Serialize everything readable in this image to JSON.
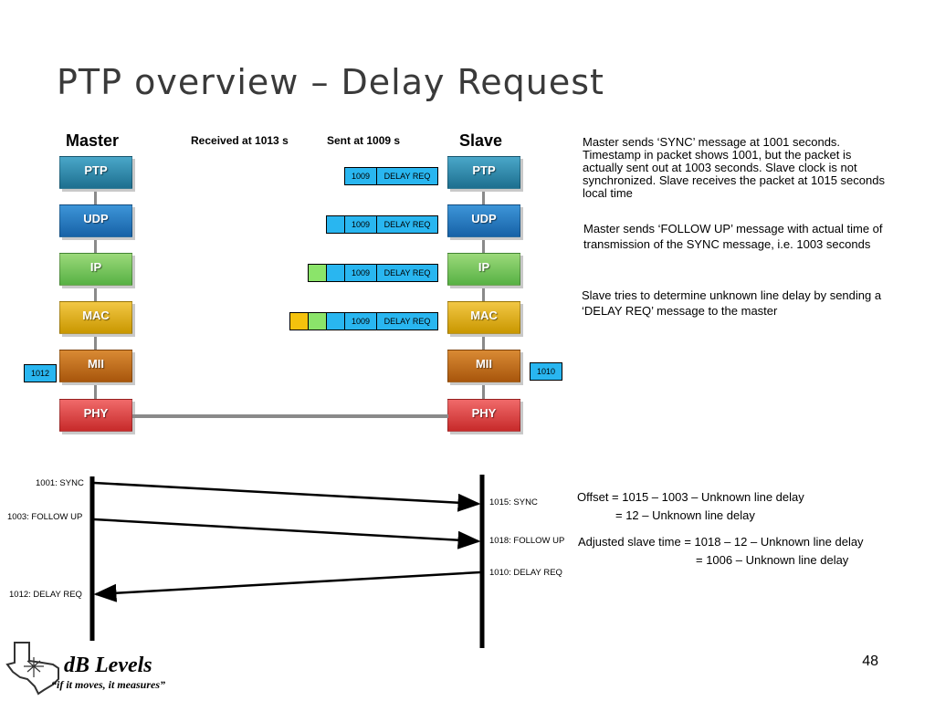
{
  "title": "PTP overview – Delay Request",
  "master_label": "Master",
  "slave_label": "Slave",
  "received_label": "Received at 1013 s",
  "sent_label": "Sent at  1009 s",
  "layers": [
    "PTP",
    "UDP",
    "IP",
    "MAC",
    "MII",
    "PHY"
  ],
  "master_timestamp": "1012",
  "slave_timestamp": "1010",
  "packet": {
    "timestamp": "1009",
    "label": "DELAY REQ"
  },
  "description": [
    "Master sends ‘SYNC’ message at 1001 seconds. Timestamp in packet shows 1001,  but the packet is actually sent out at 1003 seconds. Slave clock is not synchronized. Slave receives the packet at 1015 seconds local time",
    "Master sends ‘FOLLOW UP’ message with actual time of transmission of the SYNC message, i.e. 1003 seconds",
    "Slave tries to determine unknown line delay by sending a ‘DELAY REQ’ message to the master"
  ],
  "timeline": {
    "master_events": [
      "1001: SYNC",
      "1003: FOLLOW UP",
      "1012: DELAY REQ"
    ],
    "slave_events": [
      "1015: SYNC",
      "1018: FOLLOW UP",
      "1010: DELAY REQ"
    ]
  },
  "formulas": {
    "offset_line1": "Offset = 1015 – 1003 – Unknown line delay",
    "offset_line2": "= 12 – Unknown line delay",
    "adjusted_line1": "Adjusted slave time = 1018 – 12  – Unknown line delay",
    "adjusted_line2": "= 1006 – Unknown line delay"
  },
  "logo": {
    "name": "dB Levels",
    "tagline": "“if it moves, it measures”"
  },
  "page_number": "48"
}
